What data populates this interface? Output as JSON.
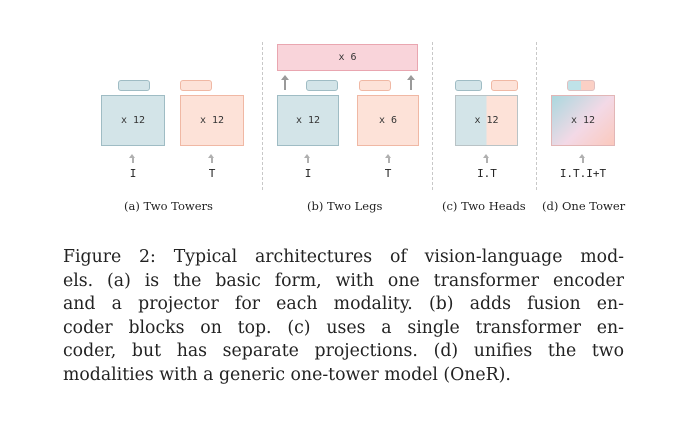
{
  "diagram": {
    "block_labels": {
      "twelve": "x 12",
      "six": "x 6",
      "fusion": "x 6"
    },
    "inputs": {
      "image": "I",
      "text": "T",
      "shared": "I.T",
      "one_tower": "I.T.I+T"
    },
    "subcaptions": {
      "a": "(a) Two Towers",
      "b": "(b) Two Legs",
      "c": "(c) Two Heads",
      "d": "(d) One Tower"
    },
    "colors": {
      "image_block": "#d3e4e8",
      "text_block": "#fde2d8",
      "fusion_block": "#f9d4da"
    }
  },
  "caption": {
    "line1": "Figure 2: Typical architectures of vision-language mod-",
    "line2": "els. (a) is the basic form, with one transformer encoder",
    "line3": "and a projector for each modality. (b) adds fusion en-",
    "line4": "coder blocks on top. (c) uses a single transformer en-",
    "line5": "coder, but has separate projections. (d) unifies the two",
    "line6": "modalities with a generic one-tower model (OneR)."
  }
}
